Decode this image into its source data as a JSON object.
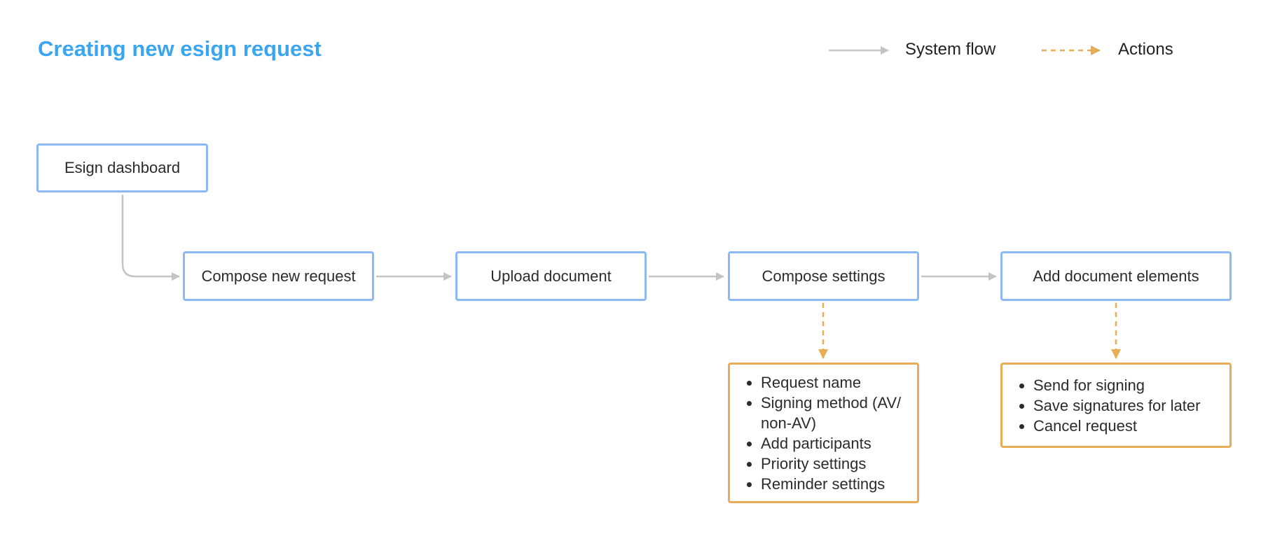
{
  "title": "Creating new esign request",
  "legend": {
    "system_flow": "System flow",
    "actions": "Actions"
  },
  "colors": {
    "title": "#3aa6f2",
    "system_node_border": "#8cb8f5",
    "action_box_border": "#e8ac55",
    "system_flow_arrow": "#c4c4c4",
    "actions_arrow": "#e8ac55"
  },
  "nodes": {
    "dashboard": "Esign dashboard",
    "compose_request": "Compose new request",
    "upload_document": "Upload document",
    "compose_settings": "Compose settings",
    "add_elements": "Add document elements"
  },
  "actions": {
    "compose_settings": [
      "Request name",
      "Signing method (AV/ non-AV)",
      "Add participants",
      "Priority settings",
      "Reminder settings"
    ],
    "add_elements": [
      "Send for signing",
      "Save signatures for later",
      "Cancel request"
    ]
  }
}
